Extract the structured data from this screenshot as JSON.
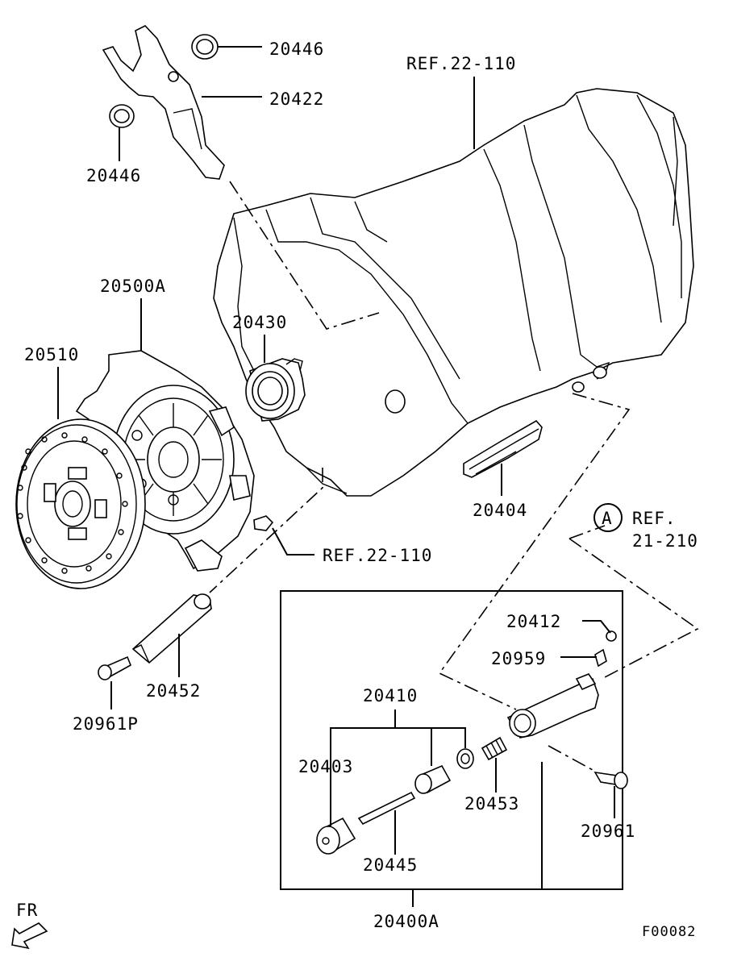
{
  "labels": {
    "p20446_top": "20446",
    "p20422": "20422",
    "p20446_left": "20446",
    "ref_22_110_top": "REF.22-110",
    "p20500a": "20500A",
    "p20430": "20430",
    "p20510": "20510",
    "p20404": "20404",
    "callout_a": "A",
    "ref_label": "REF.",
    "ref_21_210": "21-210",
    "ref_22_110_mid": "REF.22-110",
    "p20412": "20412",
    "p20959": "20959",
    "p20452": "20452",
    "p20961p": "20961P",
    "p20410": "20410",
    "p20403": "20403",
    "p20453": "20453",
    "p20961": "20961",
    "p20445": "20445",
    "p20400a": "20400A",
    "fr": "FR",
    "figure_code": "F00082"
  },
  "icons": {
    "fr_arrow": "front-direction-arrow-icon"
  }
}
